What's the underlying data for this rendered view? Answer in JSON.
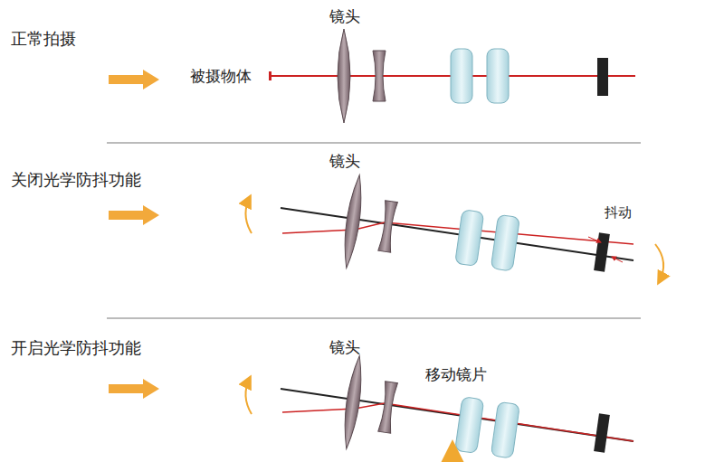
{
  "diagram": {
    "labels": [
      "正常拍摄",
      "镜头",
      "被摄物体",
      "关闭光学防抖功能",
      "镜头",
      "抖动",
      "开启光学防抖功能",
      "镜头",
      "移动镜片"
    ]
  }
}
